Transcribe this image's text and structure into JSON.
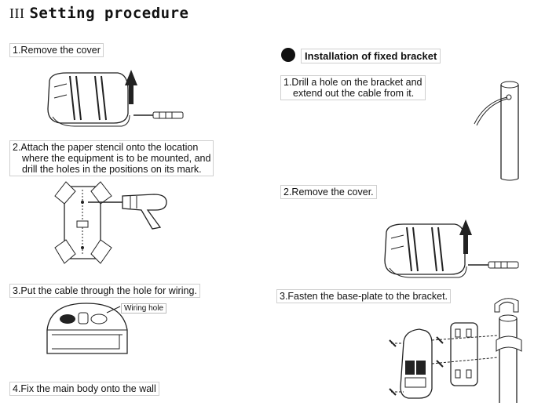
{
  "title": {
    "roman": "III",
    "text": "Setting procedure"
  },
  "left_steps": {
    "step1": "1.Remove the cover",
    "step2": [
      "2.Attach the paper stencil onto the location",
      "where the equipment is to be mounted, and",
      "drill the holes in the positions on its mark."
    ],
    "step3": "3.Put the cable through the hole for wiring.",
    "wiring_hole": "Wiring hole",
    "step4": "4.Fix the main body onto the wall"
  },
  "right_section": {
    "heading": "Installation of fixed bracket",
    "step1": [
      "1.Drill a hole on the bracket and",
      "extend out the cable from it."
    ],
    "step2": "2.Remove the cover.",
    "step3": "3.Fasten the base-plate to the bracket."
  },
  "colors": {
    "text": "#111111",
    "box_border": "#cfcfcf",
    "line_art": "#222222"
  }
}
